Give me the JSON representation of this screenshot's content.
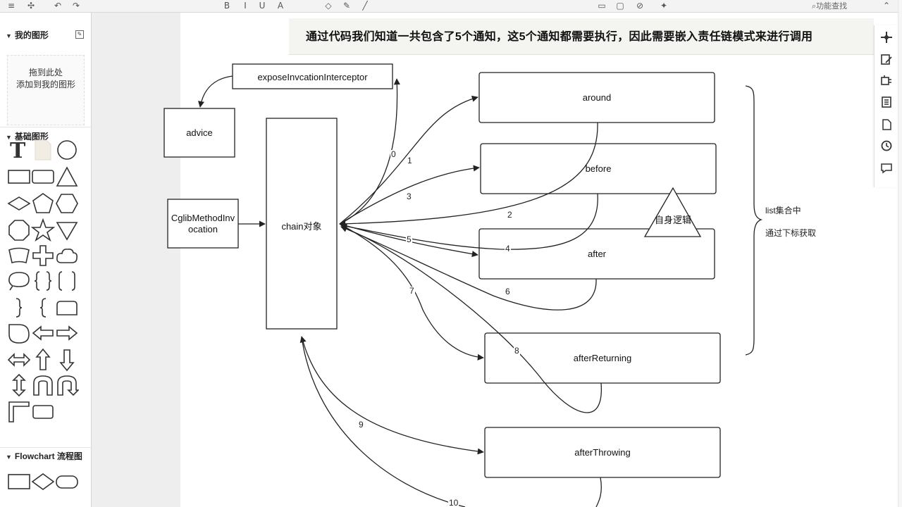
{
  "toolbar": {
    "items": [
      "↶",
      "↷",
      "B",
      "I",
      "U",
      "A"
    ],
    "feature_search": "功能查找"
  },
  "sidebar": {
    "my_shapes": {
      "title": "我的图形",
      "drop_hint": "拖到此处\n添加到我的图形"
    },
    "basic_shapes": {
      "title": "基础图形"
    },
    "flowchart": {
      "title": "Flowchart 流程图"
    }
  },
  "caption": "通过代码我们知道一共包含了5个通知，这5个通知都需要执行，因此需要嵌入责任链模式来进行调用",
  "diagram": {
    "nodes": {
      "expose": "exposeInvcationInterceptor",
      "advice": "advice",
      "cglib": "CglibMethodInvocation",
      "chain": "chain对象",
      "around": "around",
      "before": "before",
      "after": "after",
      "afterReturning": "afterReturning",
      "afterThrowing": "afterThrowing",
      "self_logic": "自身逻辑"
    },
    "edge_labels": [
      "0",
      "1",
      "2",
      "3",
      "4",
      "5",
      "6",
      "7",
      "8",
      "9",
      "10"
    ],
    "brace_notes": {
      "line1": "list集合中",
      "line2": "通过下标获取"
    }
  },
  "right_toolbar": [
    "navigate-icon",
    "format-icon",
    "data-icon",
    "page-icon",
    "document-icon",
    "history-icon",
    "comment-icon"
  ],
  "colors": {
    "canvas_bg": "#eeeeee",
    "page": "#ffffff",
    "caption_bg": "#f4f4f0",
    "stroke": "#222222"
  }
}
